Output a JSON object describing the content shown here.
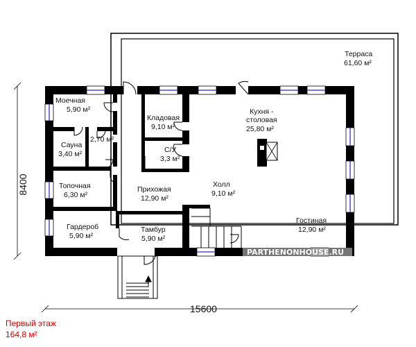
{
  "plan": {
    "floor_name": "Первый этаж",
    "floor_area": "164,8 м²",
    "dimension_width": "15600",
    "dimension_height": "8400",
    "watermark": "PARTHENONHOUSE.RU",
    "rooms": {
      "moechnaya": {
        "name": "Моечная",
        "area": "5,90 м²"
      },
      "sauna": {
        "name": "Сауна",
        "area": "3,40 м²"
      },
      "small": {
        "area": "2,70 м²"
      },
      "topochnaya": {
        "name": "Топочная",
        "area": "6,30 м²"
      },
      "garderob": {
        "name": "Гардероб",
        "area": "5,90 м²"
      },
      "tambur": {
        "name": "Тамбур",
        "area": "5,90 м²"
      },
      "prihozhaya": {
        "name": "Прихожая",
        "area": "12,90 м²"
      },
      "kladovaya": {
        "name": "Кладовая",
        "area": "9,10 м²"
      },
      "su": {
        "name": "С/У",
        "area": "3,3 м²"
      },
      "kuhnya": {
        "name_line1": "Кухня -",
        "name_line2": "столовая",
        "area": "25,80 м²"
      },
      "holl": {
        "name": "Холл",
        "area": "9,10 м²"
      },
      "gostinaya": {
        "name": "Гостиная",
        "area": "12,90 м²"
      },
      "terrasa": {
        "name": "Терраса",
        "area": "61,60 м²"
      }
    }
  }
}
